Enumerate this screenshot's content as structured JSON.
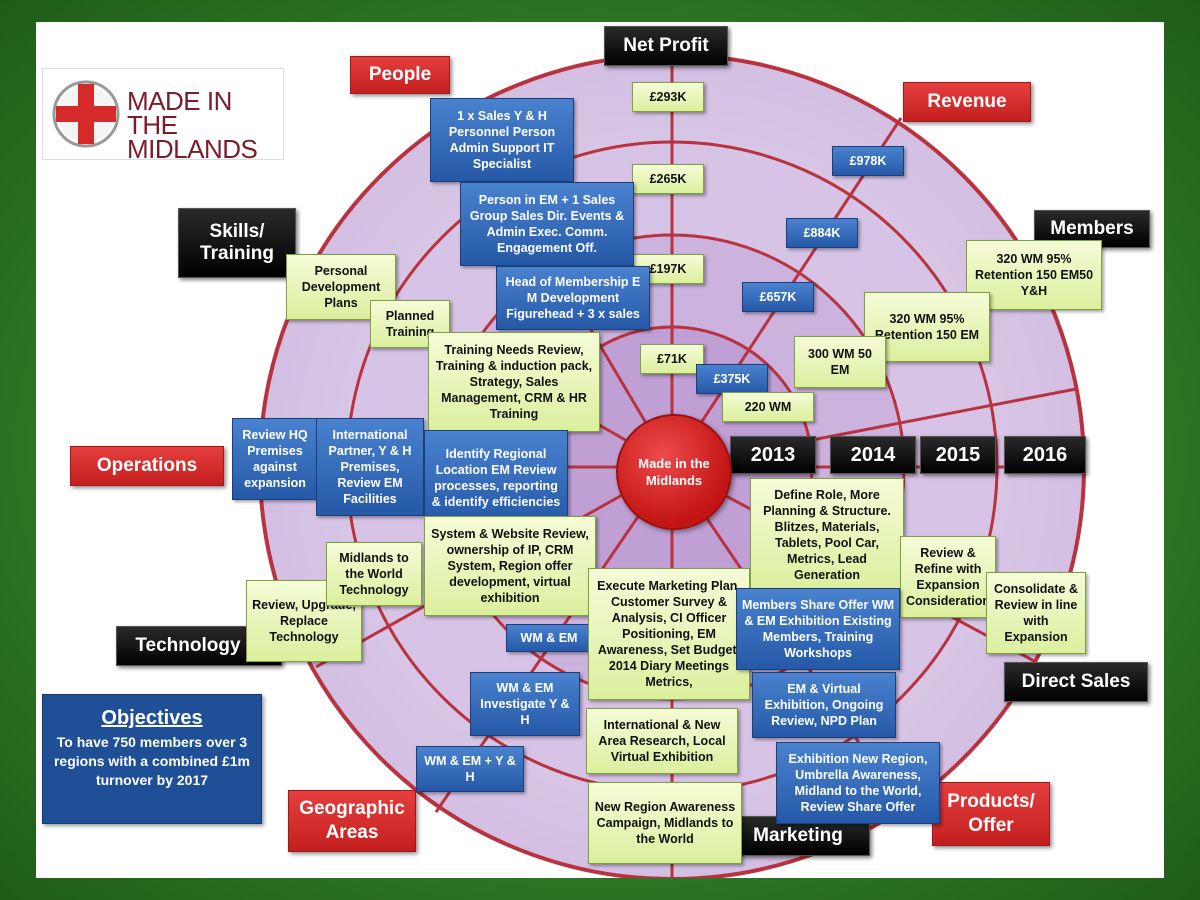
{
  "logo": {
    "line1": "MADE IN THE",
    "line2": "MIDLANDS"
  },
  "center": "Made in the Midlands",
  "categories": {
    "net_profit": "Net Profit",
    "people": "People",
    "revenue": "Revenue",
    "skills": "Skills/ Training",
    "members": "Members",
    "operations": "Operations",
    "technology": "Technology IT",
    "direct_sales": "Direct Sales",
    "geographic": "Geographic Areas",
    "marketing": "Marketing",
    "products": "Products/ Offer"
  },
  "years": [
    "2013",
    "2014",
    "2015",
    "2016"
  ],
  "net_profit_values": [
    "£293K",
    "£265K",
    "£197K",
    "£71K"
  ],
  "revenue_values": [
    "£978K",
    "£884K",
    "£657K",
    "£375K"
  ],
  "members_values": [
    "320 WM 95% Retention 150 EM50 Y&H",
    "320 WM 95% Retention 150 EM",
    "300 WM 50 EM",
    "220 WM"
  ],
  "people_items": [
    "1 x Sales Y & H Personnel Person Admin Support IT Specialist",
    "Person in EM + 1 Sales Group Sales Dir. Events & Admin Exec. Comm. Engagement Off.",
    "Head of Membership E M Development Figurehead + 3 x sales"
  ],
  "skills_items": [
    "Personal Development Plans",
    "Planned Training",
    "Training Needs Review, Training & induction pack, Strategy, Sales Management, CRM & HR Training"
  ],
  "operations_items": [
    "Review HQ Premises against expansion",
    "International Partner, Y & H Premises, Review EM Facilities",
    "Identify Regional Location EM Review processes, reporting & identify efficiencies"
  ],
  "technology_items": [
    "Review, Upgrade, Replace Technology",
    "Midlands to the World Technology",
    "System & Website Review, ownership of IP, CRM System, Region offer development, virtual exhibition"
  ],
  "geographic_items": [
    "WM & EM",
    "WM & EM Investigate Y & H",
    "WM & EM + Y & H"
  ],
  "marketing_items": [
    "Execute Marketing Plan, Customer Survey & Analysis, CI Officer Positioning, EM Awareness, Set Budget, 2014 Diary Meetings Metrics,",
    "International & New Area Research, Local Virtual Exhibition",
    "New Region Awareness Campaign, Midlands to the World"
  ],
  "direct_sales_items": [
    "Define Role, More Planning & Structure. Blitzes, Materials, Tablets, Pool Car, Metrics, Lead Generation",
    "Review & Refine with Expansion Consideration",
    "Consolidate & Review in line with Expansion"
  ],
  "products_items": [
    "Members Share Offer WM & EM Exhibition Existing Members, Training Workshops",
    "EM & Virtual Exhibition, Ongoing Review, NPD Plan",
    "Exhibition New Region, Umbrella Awareness, Midland to the World, Review Share Offer"
  ],
  "objectives": {
    "title": "Objectives",
    "text": "To have 750 members over 3 regions with a combined £1m turnover by 2017"
  },
  "colors": {
    "green_box": "#dcef9e",
    "blue_box": "#2559a8",
    "red_label": "#d62b2b",
    "ring_outer": "#dcc9e6",
    "ring_inner": "#c3a6d6",
    "spoke": "#b8323f"
  }
}
